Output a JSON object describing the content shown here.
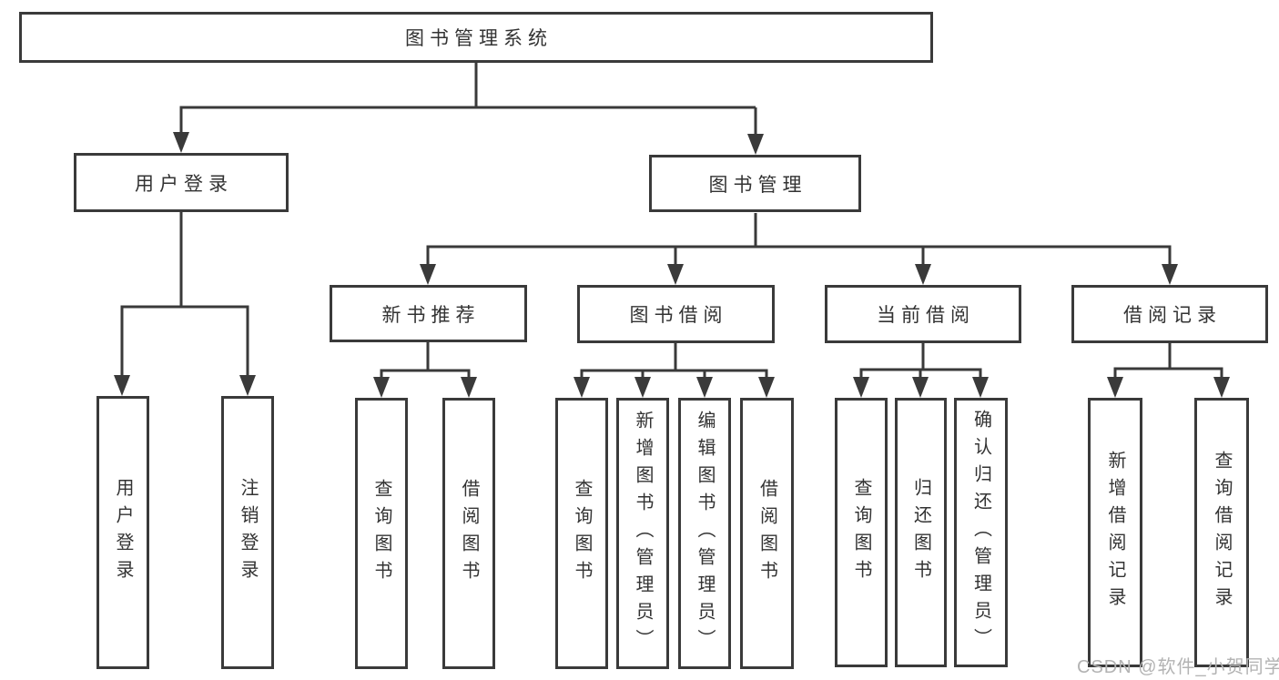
{
  "tree": {
    "root": {
      "label": "图书管理系统",
      "children": [
        {
          "label": "用户登录",
          "children": [
            {
              "label": "用户登录"
            },
            {
              "label": "注销登录"
            }
          ]
        },
        {
          "label": "图书管理",
          "children": [
            {
              "label": "新书推荐",
              "children": [
                {
                  "label": "查询图书"
                },
                {
                  "label": "借阅图书"
                }
              ]
            },
            {
              "label": "图书借阅",
              "children": [
                {
                  "label": "查询图书"
                },
                {
                  "label": "新增图书（管理员）"
                },
                {
                  "label": "编辑图书（管理员）"
                },
                {
                  "label": "借阅图书"
                }
              ]
            },
            {
              "label": "当前借阅",
              "children": [
                {
                  "label": "查询图书"
                },
                {
                  "label": "归还图书"
                },
                {
                  "label": "确认归还（管理员）"
                }
              ]
            },
            {
              "label": "借阅记录",
              "children": [
                {
                  "label": "新增借阅记录"
                },
                {
                  "label": "查询借阅记录"
                }
              ]
            }
          ]
        }
      ]
    }
  },
  "watermark": {
    "text": "CSDN @软件_小贺同学"
  },
  "colors": {
    "line": "#3a3a3a",
    "text": "#333333",
    "watermark": "#b3b3b3",
    "background": "#ffffff"
  }
}
